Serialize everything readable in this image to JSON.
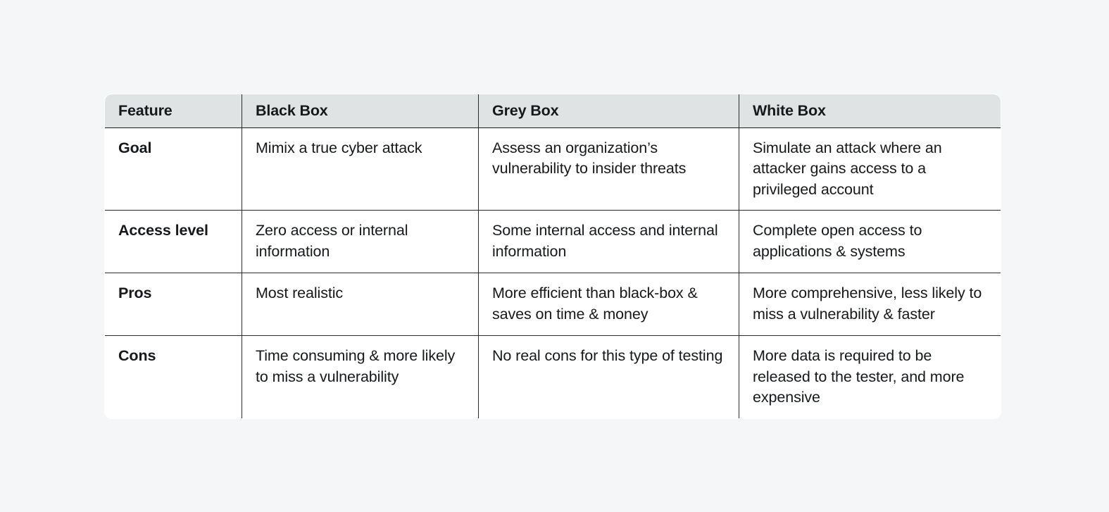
{
  "theme": {
    "page_background": "#f4f6f7",
    "table_background": "#ffffff",
    "header_background": "#dfe3e4",
    "border_color": "#1c1c1c",
    "text_color": "#16191b"
  },
  "table": {
    "headers": [
      {
        "label": "Feature"
      },
      {
        "label": "Black Box"
      },
      {
        "label": "Grey Box"
      },
      {
        "label": "White Box"
      }
    ],
    "rows": [
      {
        "feature": "Goal",
        "black_box": "Mimix a true cyber attack",
        "grey_box": "Assess an organization’s vulnerability to insider threats",
        "white_box": "Simulate an attack where an attacker gains access to a privileged account"
      },
      {
        "feature": "Access level",
        "black_box": "Zero access or internal information",
        "grey_box": "Some internal access and internal information",
        "white_box": "Complete open access to applications & systems"
      },
      {
        "feature": "Pros",
        "black_box": "Most realistic",
        "grey_box": "More efficient than black-box & saves on time & money",
        "white_box": "More comprehensive, less likely to miss a vulnerability & faster"
      },
      {
        "feature": "Cons",
        "black_box": "Time consuming & more likely to miss a vulnerability",
        "grey_box": "No real cons for this type of testing",
        "white_box": "More data is required to be released to the tester, and more expensive"
      }
    ]
  }
}
